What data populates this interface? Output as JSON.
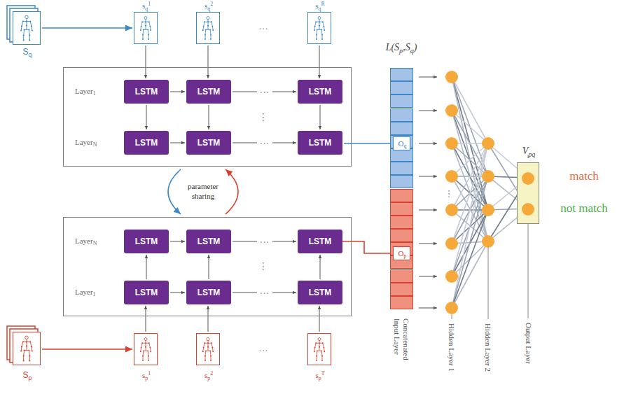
{
  "diagram": {
    "nodes": [
      {
        "text": [
          "Sq"
        ]
      },
      {
        "text": [
          "sq1"
        ]
      },
      {
        "text": [
          "sq2"
        ]
      },
      {
        "text": [
          "sqR"
        ]
      },
      {
        "text": [
          "Layer1",
          "LayerN"
        ]
      },
      {
        "text": [
          "LSTM"
        ],
        "in": 4
      },
      {
        "text": [
          "LSTM"
        ],
        "in": 4
      },
      {
        "text": [
          "LSTM"
        ],
        "in": 4
      },
      {
        "text": [
          "LSTM"
        ],
        "in": 4
      },
      {
        "text": [
          "LSTM"
        ],
        "in": 4
      },
      {
        "text": [
          "LSTM"
        ],
        "in": 4
      },
      {
        "text": [
          "LayerN",
          "Layer1"
        ]
      },
      {
        "text": [
          "LSTM"
        ],
        "in": 11
      },
      {
        "text": [
          "LSTM"
        ],
        "in": 11
      },
      {
        "text": [
          "LSTM"
        ],
        "in": 11
      },
      {
        "text": [
          "LSTM"
        ],
        "in": 11
      },
      {
        "text": [
          "LSTM"
        ],
        "in": 11
      },
      {
        "text": [
          "LSTM"
        ],
        "in": 11
      },
      {
        "text": [
          "Sp"
        ]
      },
      {
        "text": [
          "sp1"
        ]
      },
      {
        "text": [
          "sp2"
        ]
      },
      {
        "text": [
          "spT"
        ]
      },
      {
        "text": [
          "L(Sp,Sq)",
          "Concatenated Input Layer"
        ]
      },
      {
        "text": [
          "Oq"
        ],
        "in": 22
      },
      {
        "text": [
          "Op"
        ],
        "in": 22
      },
      {
        "text": [
          "Vpq",
          "Output Layer"
        ]
      }
    ],
    "edges": [
      {
        "from": 0,
        "to": 1,
        "arrow": "to"
      },
      {
        "from": 1,
        "to": 5,
        "arrow": "to"
      },
      {
        "from": 2,
        "to": 6,
        "arrow": "to"
      },
      {
        "from": 3,
        "to": 7,
        "arrow": "to"
      },
      {
        "from": 5,
        "to": 6,
        "arrow": "to"
      },
      {
        "from": 6,
        "to": 7,
        "arrow": "to",
        "label": "···"
      },
      {
        "from": 8,
        "to": 9,
        "arrow": "to"
      },
      {
        "from": 9,
        "to": 10,
        "arrow": "to",
        "label": "···"
      },
      {
        "from": 5,
        "to": 8,
        "arrow": "to"
      },
      {
        "from": 6,
        "to": 9,
        "arrow": "to"
      },
      {
        "from": 7,
        "to": 10,
        "arrow": "to"
      },
      {
        "from": 10,
        "to": 23,
        "arrow": "none"
      },
      {
        "from": 4,
        "to": 11,
        "arrow": "to"
      },
      {
        "from": 11,
        "to": 4,
        "arrow": "to"
      },
      {
        "from": 18,
        "to": 19,
        "arrow": "to"
      },
      {
        "from": 19,
        "to": 15,
        "arrow": "to"
      },
      {
        "from": 20,
        "to": 16,
        "arrow": "to"
      },
      {
        "from": 21,
        "to": 17,
        "arrow": "to"
      },
      {
        "from": 15,
        "to": 12,
        "arrow": "to"
      },
      {
        "from": 16,
        "to": 13,
        "arrow": "to"
      },
      {
        "from": 17,
        "to": 14,
        "arrow": "to"
      },
      {
        "from": 12,
        "to": 13,
        "arrow": "to"
      },
      {
        "from": 13,
        "to": 14,
        "arrow": "to",
        "label": "···"
      },
      {
        "from": 15,
        "to": 16,
        "arrow": "to"
      },
      {
        "from": 16,
        "to": 17,
        "arrow": "to",
        "label": "···"
      },
      {
        "from": 14,
        "to": 24,
        "arrow": "none"
      }
    ],
    "labels": [
      "···",
      "⋮",
      "parameter sharing",
      "⋮",
      "···",
      "⋮",
      "Hidden Layer 1",
      "Hidden Layer 2",
      "match",
      "not match"
    ]
  }
}
